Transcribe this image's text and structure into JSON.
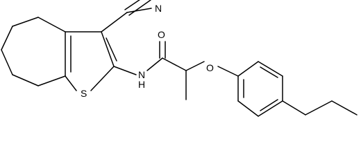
{
  "molecule": {
    "atoms": {
      "nitrile_n": "N",
      "thiophene_s": "S",
      "amide_nh": "N",
      "amide_h": "H",
      "carbonyl_o": "O",
      "ether_o": "O"
    },
    "colors": {
      "bond": "#000000",
      "label": "#000000",
      "background": "#ffffff"
    }
  }
}
